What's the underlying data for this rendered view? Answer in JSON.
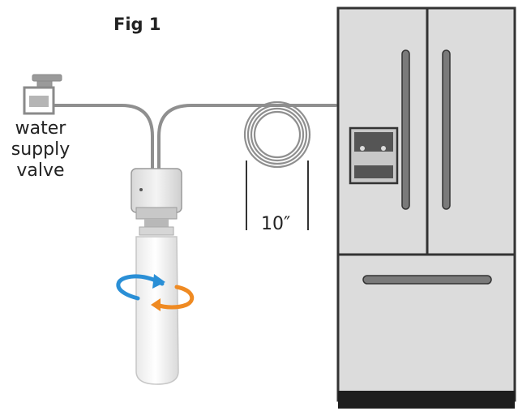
{
  "figure": {
    "title": "Fig 1"
  },
  "valve": {
    "label_lines": [
      "water",
      "supply",
      "valve"
    ]
  },
  "tubing": {
    "length_label": "10″"
  },
  "colors": {
    "tube": "#8f8f8f",
    "fridge_body": "#dcdcdc",
    "fridge_outline": "#333333",
    "fridge_base": "#1e1e1e",
    "rotate_cw_arrow": "#2a8fd6",
    "rotate_ccw_arrow": "#ef8a22",
    "filter_body": "#ffffff"
  },
  "icons": [
    "water-valve-icon",
    "rotate-arrow-icon"
  ]
}
